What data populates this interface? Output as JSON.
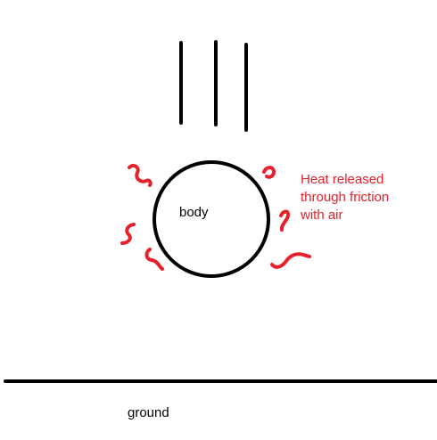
{
  "labels": {
    "body": "body",
    "heat_line_1": "Heat released",
    "heat_line_2": "through friction",
    "heat_line_3": "with air",
    "ground": "ground"
  },
  "colors": {
    "ink": "#000000",
    "heat": "#e8202a"
  }
}
